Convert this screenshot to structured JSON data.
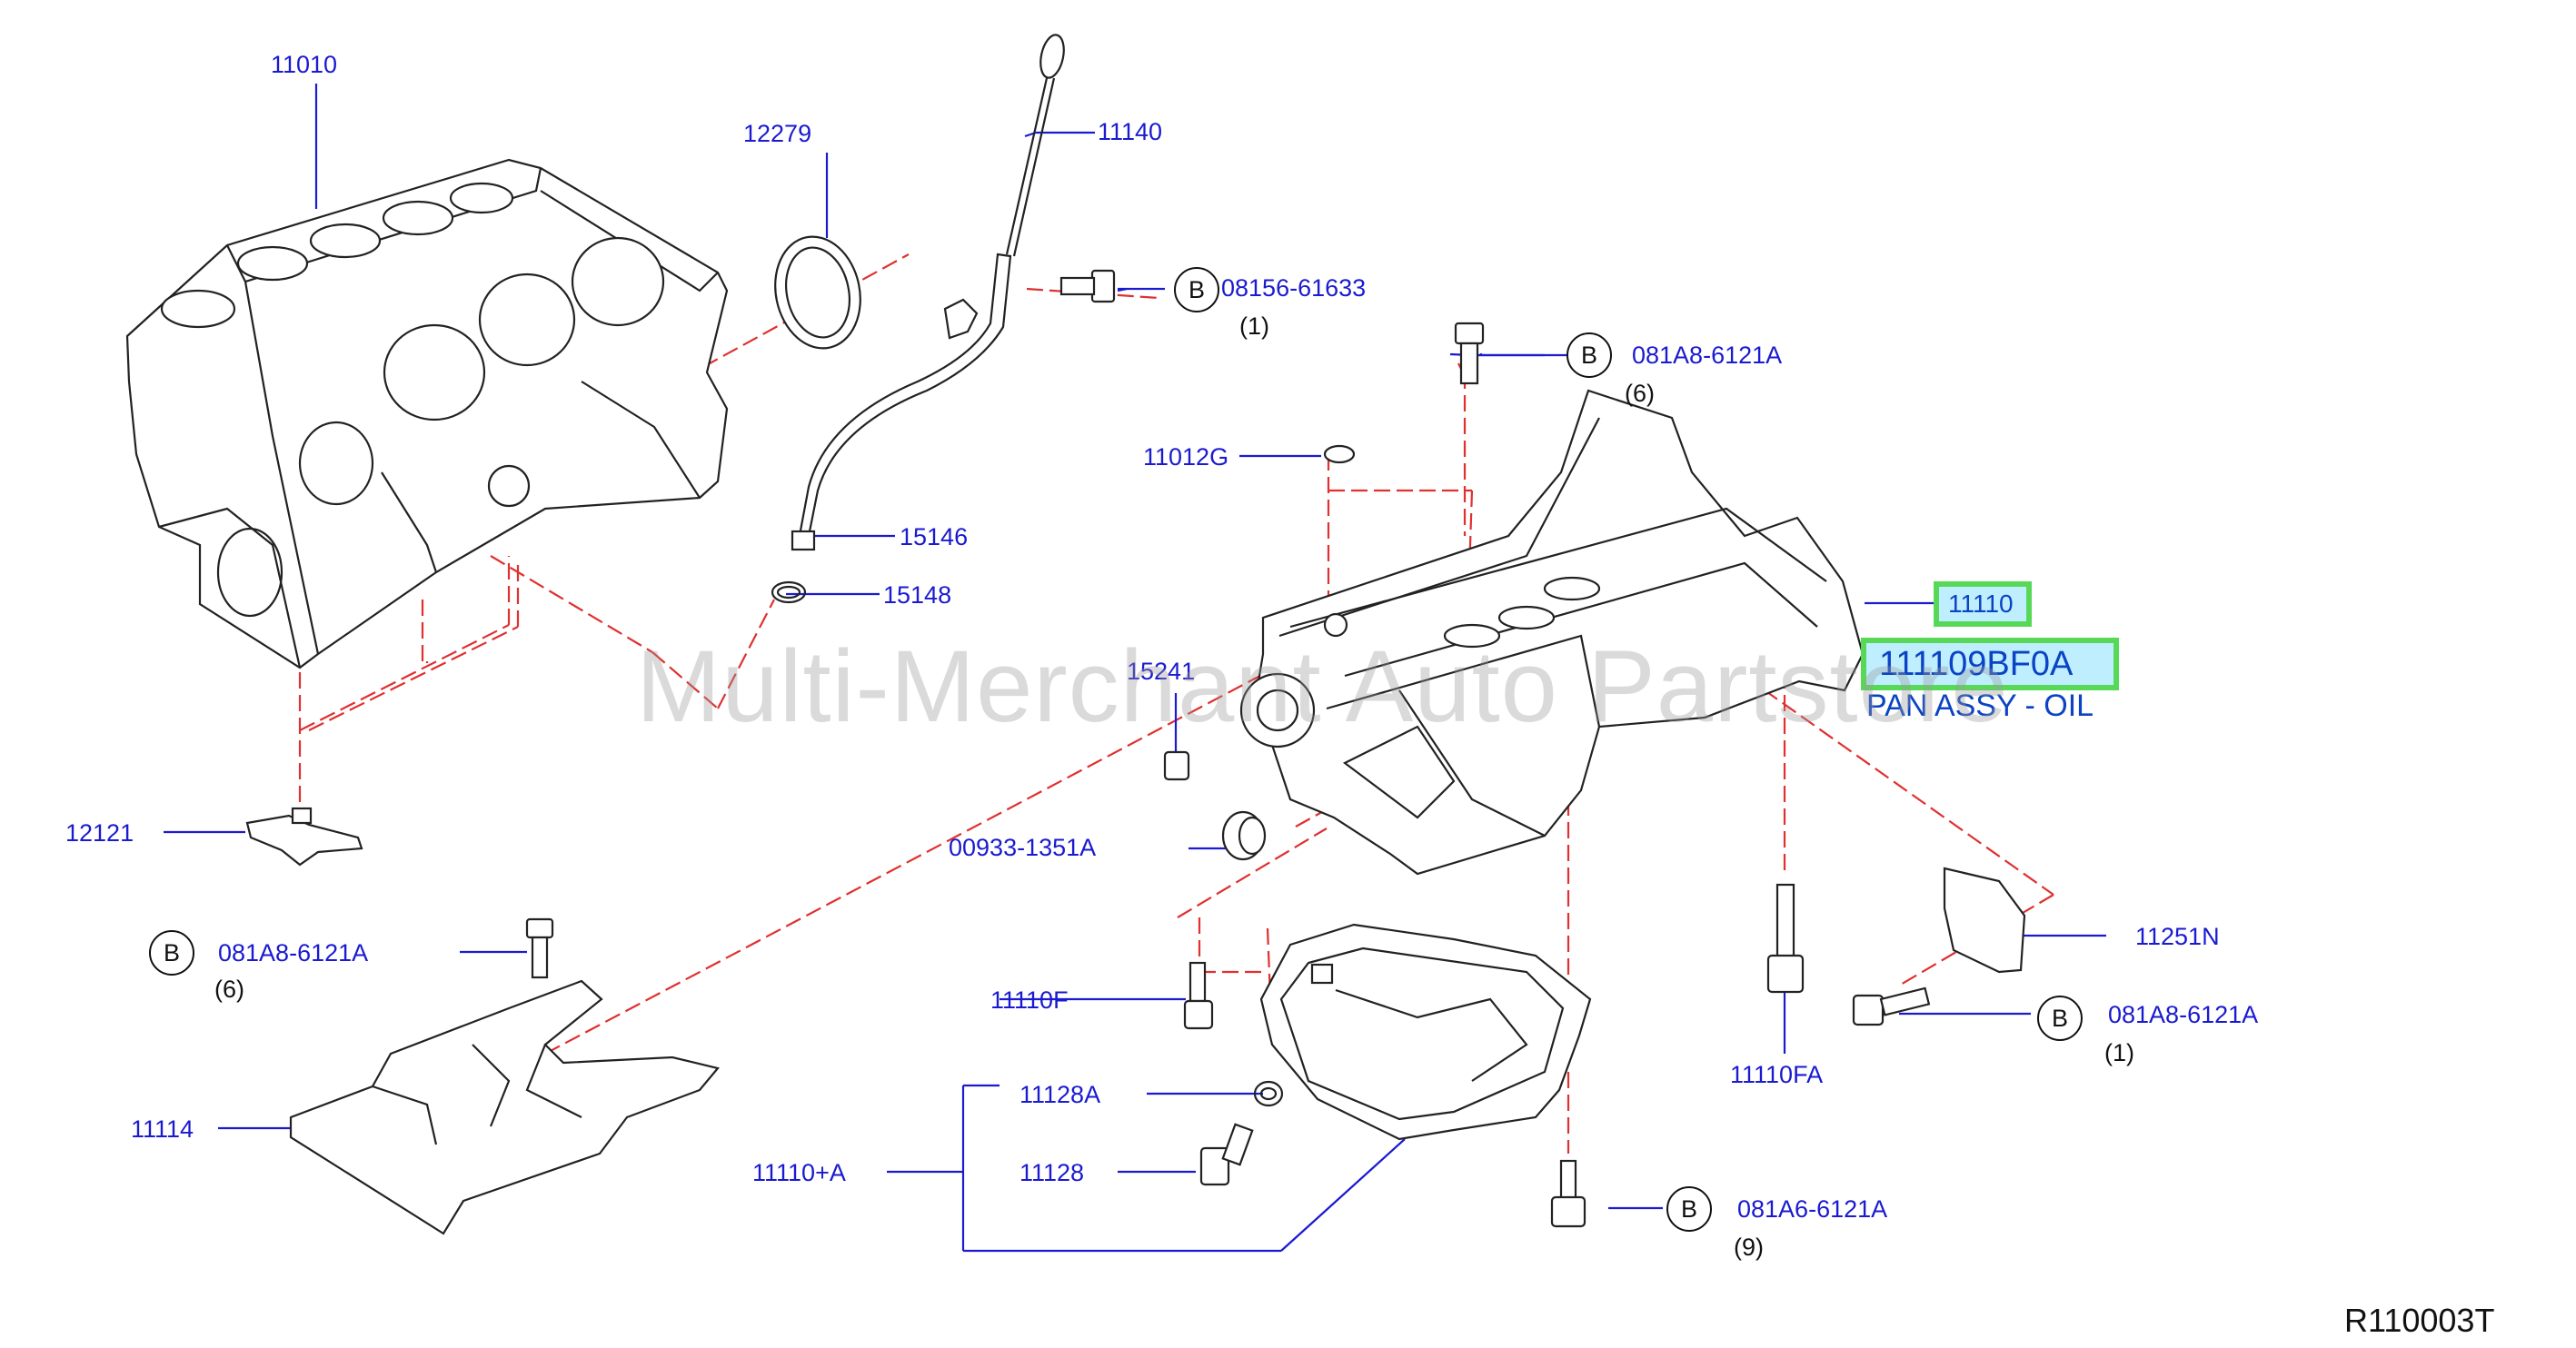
{
  "colors": {
    "callout_text": "#1a1ad0",
    "leader_line": "#1a1ad0",
    "phantom_line": "#e03030",
    "part_outline": "#222222",
    "highlight_border": "#57d957",
    "highlight_fill": "#bfeeff",
    "highlight_text": "#0a43c4",
    "watermark": "#9a9a9a"
  },
  "callouts": {
    "c11010": "11010",
    "c12279": "12279",
    "c11140": "11140",
    "c08156": "08156-61633",
    "c081a8_top": "081A8-6121A",
    "c11012g": "11012G",
    "c15146": "15146",
    "c15148": "15148",
    "c15241": "15241",
    "c12121": "12121",
    "c00933": "00933-1351A",
    "c081a8_left": "081A8-6121A",
    "c11114": "11114",
    "c11110f": "11110F",
    "c11128a": "11128A",
    "c11128": "11128",
    "c11110a": "11110+A",
    "c11110fa": "11110FA",
    "c11251n": "11251N",
    "c081a8_right": "081A8-6121A",
    "c081a6": "081A6-6121A"
  },
  "quantities": {
    "q08156": "(1)",
    "q081a8_top": "(6)",
    "q081a8_left": "(6)",
    "q081a8_right": "(1)",
    "q081a6": "(9)"
  },
  "bolt_marker": "B",
  "highlighted": {
    "part_number": "11110",
    "oem_number": "111109BF0A",
    "description": "PAN ASSY - OIL"
  },
  "watermark": "Multi-Merchant Auto Partstore",
  "diagram_ref": "R110003T"
}
